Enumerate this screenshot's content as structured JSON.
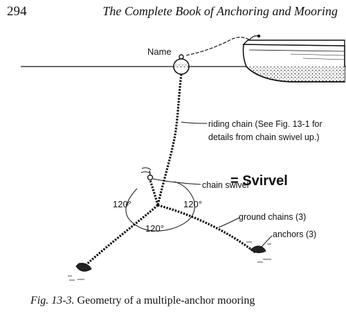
{
  "header": {
    "page_number": "294",
    "running_title": "The Complete Book of Anchoring and Mooring"
  },
  "figure": {
    "labels": {
      "buoy_name": "Name",
      "riding_chain_line1": "riding chain (See Fig. 13-1 for",
      "riding_chain_line2": "details from chain swivel up.)",
      "chain_swivel": "chain swivel",
      "svirvel_note": "= Svirvel",
      "angle_left": "120°",
      "angle_right": "120°",
      "angle_bottom": "120°",
      "ground_chains": "ground chains (3)",
      "anchors": "anchors (3)"
    }
  },
  "caption": {
    "figure_ref": "Fig. 13-3.",
    "text": "Geometry of a multiple-anchor mooring"
  }
}
